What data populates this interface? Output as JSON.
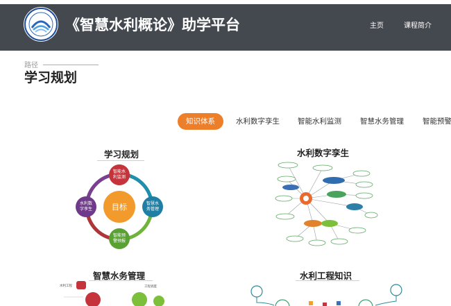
{
  "app": {
    "title": "《智慧水利概论》助学平台"
  },
  "nav": {
    "items": [
      "主页",
      "课程简介"
    ]
  },
  "breadcrumb": {
    "label": "路径"
  },
  "page": {
    "title": "学习规划"
  },
  "tabs": [
    "知识体系",
    "水利数字孪生",
    "智能水利监测",
    "智慧水务管理",
    "智能预警"
  ],
  "cards": [
    {
      "title": "学习规划",
      "center": "目标",
      "nodes": [
        "智能水利监测",
        "智慧水务管理",
        "智能预警预报",
        "水利数字孪生"
      ]
    },
    {
      "title": "水利数字孪生"
    },
    {
      "title": "智慧水务管理"
    },
    {
      "title": "水利工程知识"
    }
  ],
  "colors": {
    "header": "#44484f",
    "accent": "#ee7f2a"
  }
}
